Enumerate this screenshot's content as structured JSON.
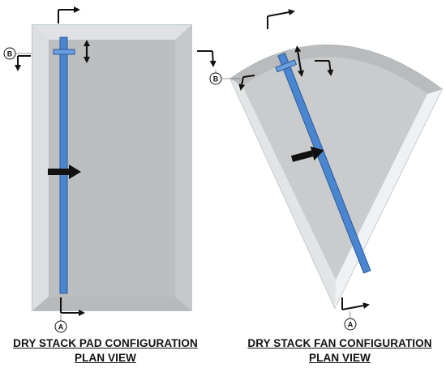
{
  "section_markers": {
    "a": "A",
    "b": "B"
  },
  "pad": {
    "caption_line1": "DRY STACK PAD CONFIGURATION",
    "caption_line2": "PLAN VIEW"
  },
  "fan": {
    "caption_line1": "DRY STACK FAN CONFIGURATION",
    "caption_line2": "PLAN VIEW"
  },
  "colors": {
    "pad_outer": "#cfd2d4",
    "pad_inner": "#bcbec0",
    "pad_edge": "#9fb0b7",
    "fan_fill": "#c9cbcd",
    "conveyor": "#4a86cf",
    "conveyor_edge": "#2a5a9a",
    "arrow": "#111111"
  }
}
